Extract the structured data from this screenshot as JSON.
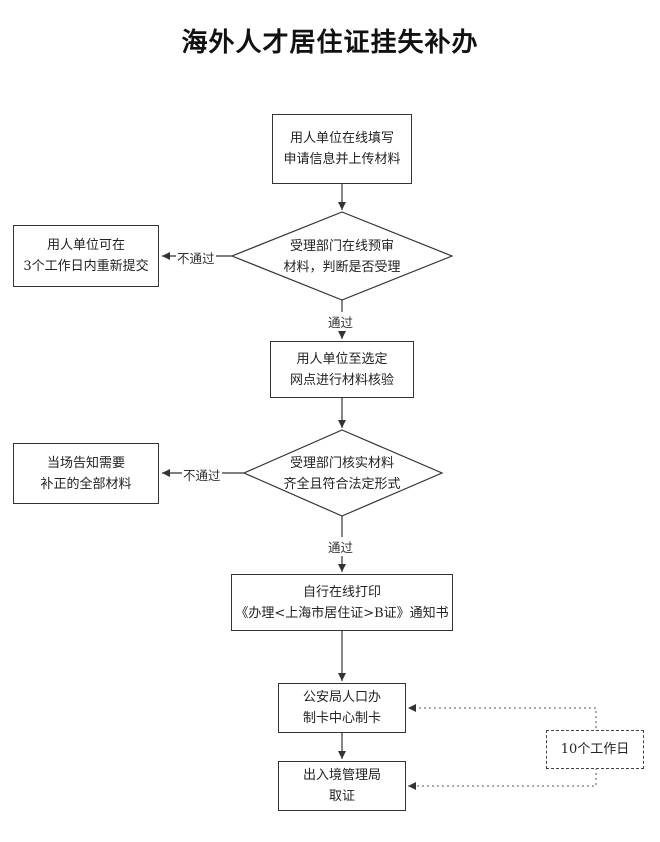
{
  "title": "海外人才居住证挂失补办",
  "nodes": {
    "step1": {
      "line1": "用人单位在线填写",
      "line2": "申请信息并上传材料"
    },
    "decision1": {
      "line1": "受理部门在线预审",
      "line2": "材料，判断是否受理"
    },
    "reject1": {
      "line1": "用人单位可在",
      "line2": "3个工作日内重新提交"
    },
    "step2": {
      "line1": "用人单位至选定",
      "line2": "网点进行材料核验"
    },
    "decision2": {
      "line1": "受理部门核实材料",
      "line2": "齐全且符合法定形式"
    },
    "reject2": {
      "line1": "当场告知需要",
      "line2": "补正的全部材料"
    },
    "step3": {
      "line1": "自行在线打印",
      "line2": "《办理<上海市居住证>B证》通知书"
    },
    "step4": {
      "line1": "公安局人口办",
      "line2": "制卡中心制卡"
    },
    "step5": {
      "line1": "出入境管理局",
      "line2": "取证"
    },
    "note": {
      "text": "10个工作日"
    }
  },
  "edge_labels": {
    "fail1": "不通过",
    "pass1": "通过",
    "fail2": "不通过",
    "pass2": "通过"
  }
}
